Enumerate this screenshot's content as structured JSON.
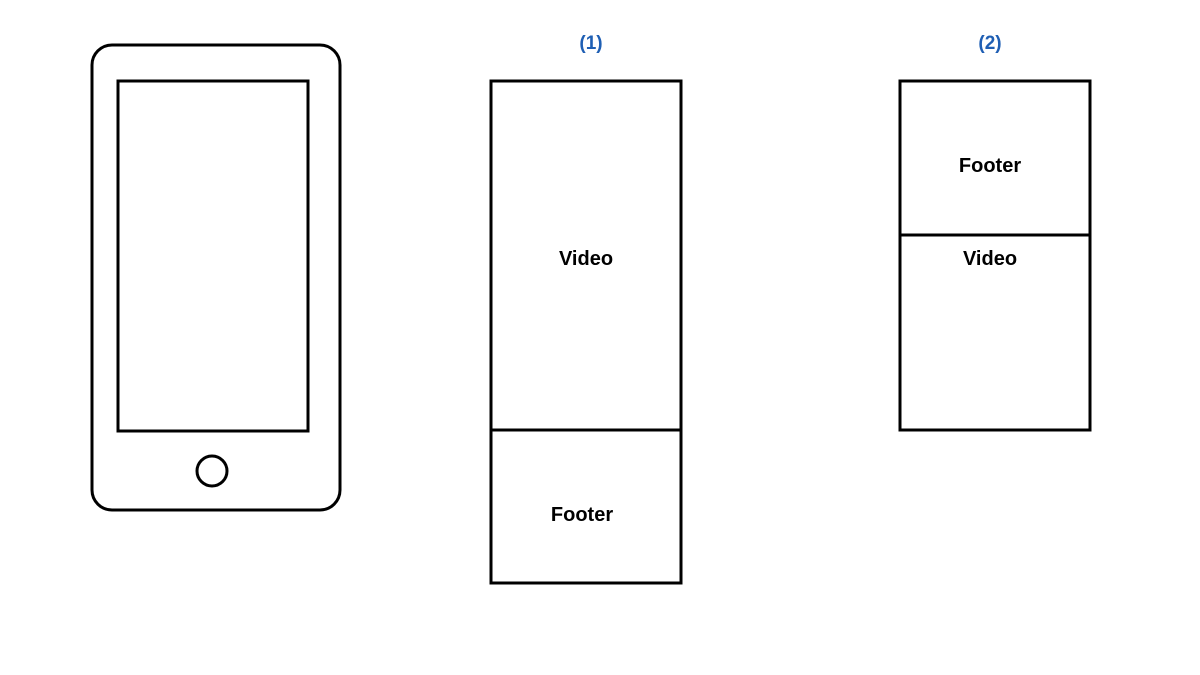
{
  "colors": {
    "stroke": "#000000",
    "heading": "#1f5fb4",
    "background": "#ffffff"
  },
  "phone": {
    "icon": "smartphone-icon"
  },
  "layouts": [
    {
      "heading": "(1)",
      "top_label": "Video",
      "bottom_label": "Footer"
    },
    {
      "heading": "(2)",
      "top_label": "Footer",
      "bottom_label": "Video"
    }
  ]
}
